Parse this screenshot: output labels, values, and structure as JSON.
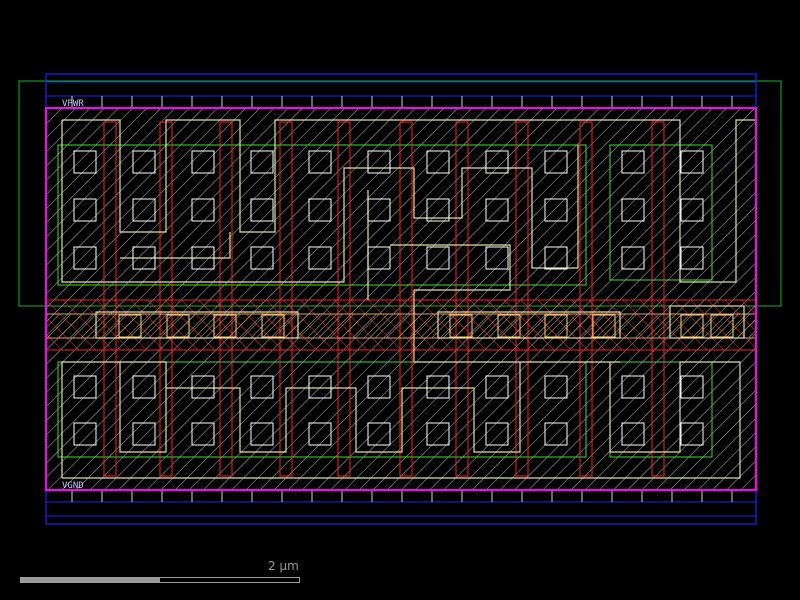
{
  "labels": {
    "power": "VPWR",
    "ground": "VGND"
  },
  "scale": {
    "text": "2 µm",
    "fill_fraction": 0.5
  },
  "colors": {
    "boundary": "#ff00ff",
    "metal1": "#2020ff",
    "poly": "#ff2020",
    "diffusion": "#3cdc3c",
    "locali": "#e0e0a0",
    "contact": "#ffffff",
    "nwell": "#20b020",
    "background": "#000000"
  }
}
